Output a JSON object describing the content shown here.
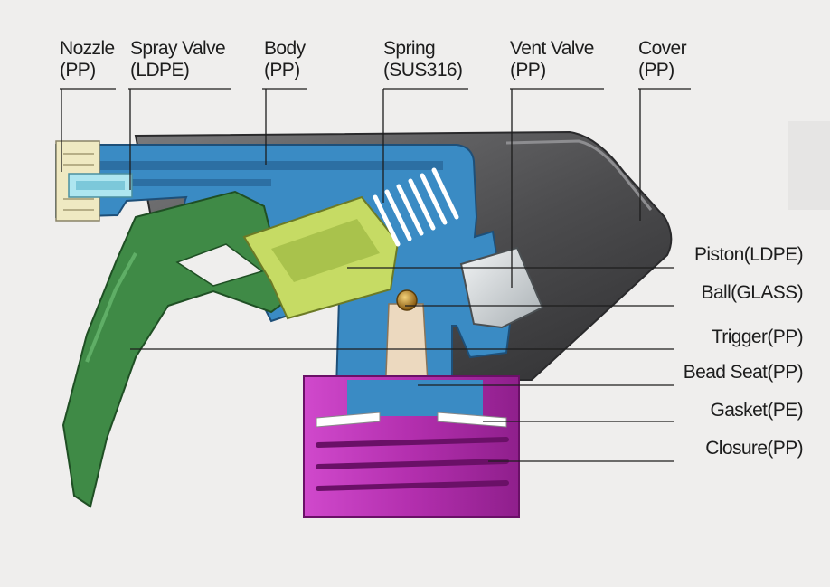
{
  "top_labels": [
    {
      "id": "nozzle",
      "name": "Nozzle",
      "material": "(PP)"
    },
    {
      "id": "spray-valve",
      "name": "Spray Valve",
      "material": "(LDPE)"
    },
    {
      "id": "body",
      "name": "Body",
      "material": "(PP)"
    },
    {
      "id": "spring",
      "name": "Spring",
      "material": "(SUS316)"
    },
    {
      "id": "vent-valve",
      "name": "Vent Valve",
      "material": "(PP)"
    },
    {
      "id": "cover",
      "name": "Cover",
      "material": "(PP)"
    }
  ],
  "right_labels": [
    {
      "id": "piston",
      "text": "Piston(LDPE)"
    },
    {
      "id": "ball",
      "text": "Ball(GLASS)"
    },
    {
      "id": "trigger",
      "text": "Trigger(PP)"
    },
    {
      "id": "bead-seat",
      "text": "Bead Seat(PP)"
    },
    {
      "id": "gasket",
      "text": "Gasket(PE)"
    },
    {
      "id": "closure",
      "text": "Closure(PP)"
    }
  ],
  "colors": {
    "background": "#efeeed",
    "cover": "#58585a",
    "body": "#3a8bc4",
    "nozzle": "#efe9c2",
    "spray_valve": "#aee6f0",
    "trigger": "#3f8a46",
    "piston": "#c6db64",
    "spring": "#ffffff",
    "vent_valve": "#d4d8da",
    "bead_seat": "#ecd9bf",
    "ball": "#b8862a",
    "gasket": "#ffffff",
    "closure": "#b430b0",
    "leader_line": "#1d1d1d"
  }
}
